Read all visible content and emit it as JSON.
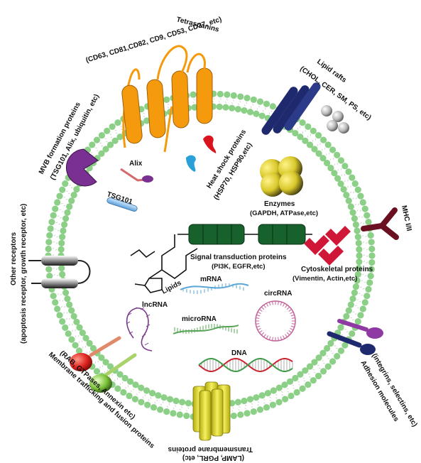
{
  "labels": {
    "tetraspanins": {
      "title": "Tetraspanins",
      "detail": "(CD63, CD81,CD82, CD9, CD53, CD37, etc)"
    },
    "lipid_rafts": {
      "title": "Lipid rafts",
      "detail": "(CHOL, CER, SM, PS, etc)"
    },
    "mvb": {
      "title": "MVB formation proteins",
      "detail": "(TSG101, Alix, ubiquitin, etc)"
    },
    "heat_shock": {
      "title": "Heat shock proteins",
      "detail": "(HSP70, HSP90,etc)"
    },
    "alix": "Alix",
    "tsg101": "TSG101",
    "enzymes": {
      "title": "Enzymes",
      "detail": "(GAPDH, ATPase,etc)"
    },
    "mhc": "MHC I/II",
    "other_receptors": {
      "title": "Other receptors",
      "detail": "(apoptosis receptor, growth receptor, etc)"
    },
    "signal": {
      "title": "Signal transduction proteins",
      "detail": "(PI3K, EGFR,etc)"
    },
    "lipids": "Lipids",
    "cytoskeletal": {
      "title": "Cytoskeletal proteins",
      "detail": "(Vimentin, Actin,etc)"
    },
    "mrna": "mRNA",
    "lncrna": "lncRNA",
    "circrna": "circRNA",
    "microrna": "microRNA",
    "dna": "DNA",
    "adhesion": {
      "title": "Adhesion molecules",
      "detail": "(integrins, selectins, etc)"
    },
    "trafficking": {
      "title": "Membrane trafficking and fusion proteins",
      "detail": "(RAB, GTPases, Annexin etc)"
    },
    "transmembrane": {
      "title": "Transmembrane proteins",
      "detail": "(LAMP, PGRL, etc)"
    }
  },
  "colors": {
    "membrane_heads": "#8ccf87",
    "tetraspanin": "#f59a0c",
    "lipid_raft": "#1f2a6e",
    "mvb": "#7a2f92",
    "heat_shock_red": "#d9141f",
    "heat_shock_blue": "#2a9fd8",
    "enzyme": "#d9c82a",
    "mhc": "#6b1020",
    "signal": "#17622c",
    "cytoskeletal": "#d01738",
    "mrna": "#5aa6d6",
    "lncrna": "#7a3a8a",
    "circrna": "#c4619a",
    "microrna": "#5aa45a",
    "dna_red": "#c8252f",
    "dna_green": "#3f9a48",
    "adhesion": "#8e3aa2",
    "trafficking_red": "#e0251f",
    "trafficking_green": "#7cc23a",
    "transmembrane": "#e8e01a"
  }
}
